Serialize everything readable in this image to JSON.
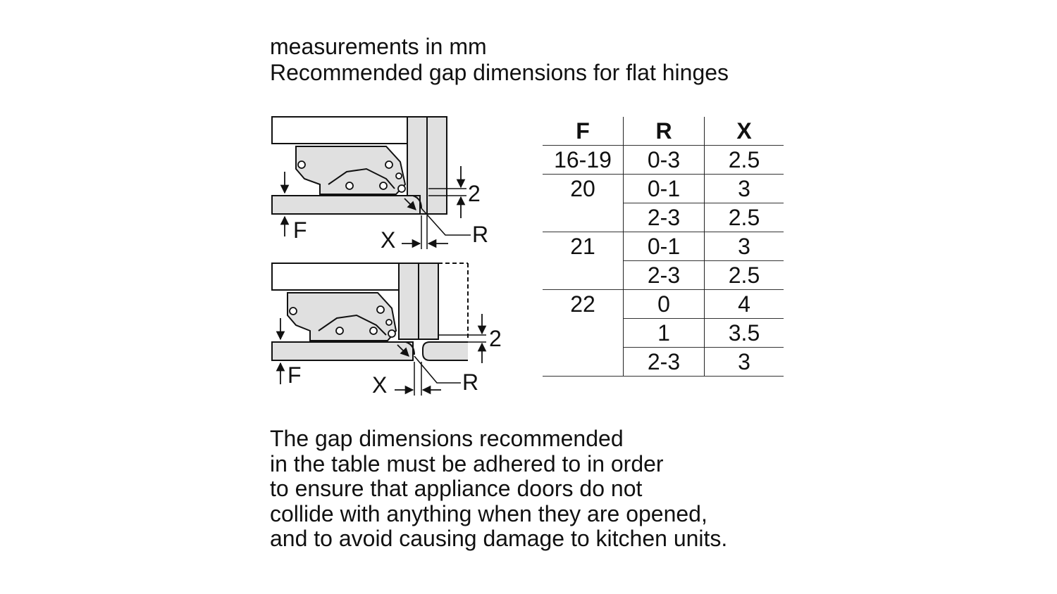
{
  "header": {
    "line1": "measurements in mm",
    "line2": "Recommended gap dimensions for flat hinges"
  },
  "diagram": {
    "top": {
      "dim_gap": "2",
      "label_f": "F",
      "label_x": "X",
      "label_r": "R"
    },
    "bottom": {
      "dim_gap": "2",
      "label_f": "F",
      "label_x": "X",
      "label_r": "R"
    }
  },
  "table": {
    "headers": [
      "F",
      "R",
      "X"
    ],
    "rows": [
      {
        "f": "16-19",
        "r": "0-3",
        "x": "2.5"
      },
      {
        "f": "20",
        "r": "0-1",
        "x": "3"
      },
      {
        "f": "",
        "r": "2-3",
        "x": "2.5"
      },
      {
        "f": "21",
        "r": "0-1",
        "x": "3"
      },
      {
        "f": "",
        "r": "2-3",
        "x": "2.5"
      },
      {
        "f": "22",
        "r": "0",
        "x": "4"
      },
      {
        "f": "",
        "r": "1",
        "x": "3.5"
      },
      {
        "f": "",
        "r": "2-3",
        "x": "3"
      }
    ]
  },
  "note": {
    "lines": [
      "The gap dimensions recommended",
      "in the table must be adhered to in order",
      "to ensure that appliance doors do not",
      "collide with anything when they are opened,",
      "and to avoid causing damage to kitchen units."
    ]
  },
  "colors": {
    "panel_fill": "#e0e0e0",
    "line": "#111111",
    "background": "#ffffff"
  }
}
